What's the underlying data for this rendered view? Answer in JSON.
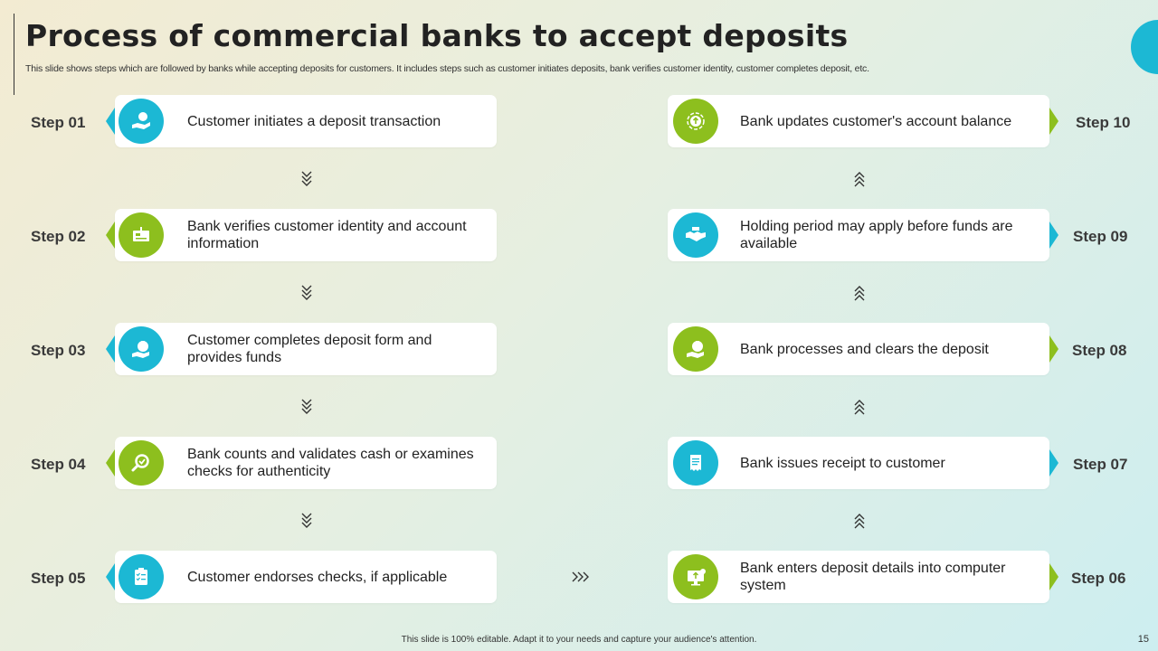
{
  "title": "Process of commercial banks to accept deposits",
  "subtitle": "This slide shows steps which are followed by banks while accepting deposits for customers. It includes steps such as customer initiates deposits, bank verifies customer identity, customer completes deposit, etc.",
  "steps": [
    {
      "label": "Step 01",
      "text": "Customer initiates a deposit transaction",
      "icon": "hand-coin-icon",
      "color": "#1cb8d4"
    },
    {
      "label": "Step 02",
      "text": "Bank verifies customer identity and account information",
      "icon": "id-card-icon",
      "color": "#8dbf1e"
    },
    {
      "label": "Step 03",
      "text": "Customer completes deposit form and provides funds",
      "icon": "money-bag-hand-icon",
      "color": "#1cb8d4"
    },
    {
      "label": "Step 04",
      "text": "Bank counts and validates cash or examines checks for authenticity",
      "icon": "magnifier-check-icon",
      "color": "#8dbf1e"
    },
    {
      "label": "Step 05",
      "text": "Customer endorses checks, if applicable",
      "icon": "clipboard-check-icon",
      "color": "#1cb8d4"
    },
    {
      "label": "Step 06",
      "text": "Bank enters deposit details into computer system",
      "icon": "computer-upload-icon",
      "color": "#8dbf1e"
    },
    {
      "label": "Step 07",
      "text": "Bank issues receipt to customer",
      "icon": "receipt-icon",
      "color": "#1cb8d4"
    },
    {
      "label": "Step 08",
      "text": "Bank processes and clears the deposit",
      "icon": "money-bag-hand-icon",
      "color": "#8dbf1e"
    },
    {
      "label": "Step 09",
      "text": "Holding period may apply before funds are available",
      "icon": "handshake-icon",
      "color": "#1cb8d4"
    },
    {
      "label": "Step 10",
      "text": "Bank updates customer's account balance",
      "icon": "balance-update-icon",
      "color": "#8dbf1e"
    }
  ],
  "footer": "This slide is 100% editable. Adapt it to your needs and capture your audience's attention.",
  "page_number": "15"
}
